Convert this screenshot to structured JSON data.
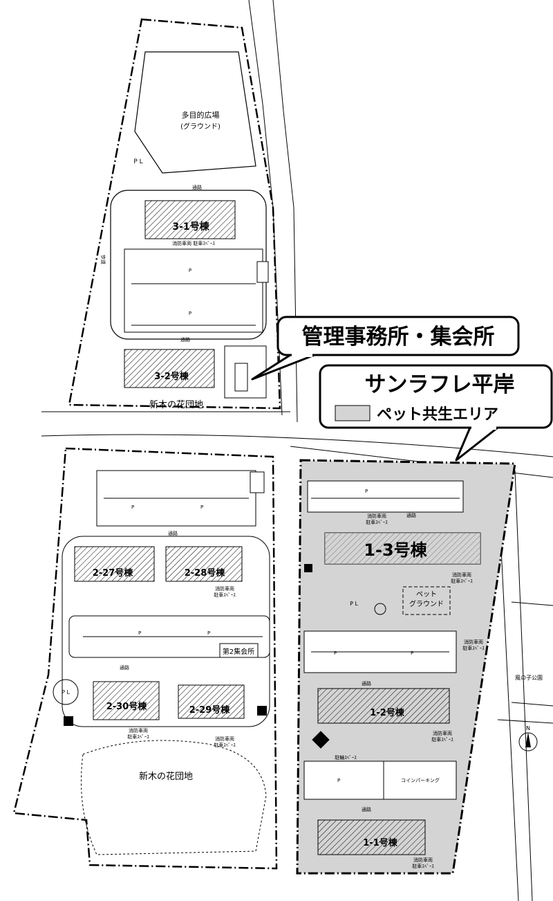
{
  "callouts": {
    "office": "管理事務所・集会所",
    "site_name": "サンラフレ平岸",
    "pet_area": "ペット共生エリア"
  },
  "labels": {
    "plaza": "多目的広場",
    "ground": "(グラウンド)",
    "pl_north": "P L",
    "pl_mid": "P L",
    "pl_south": "P L",
    "road": "通路",
    "fire_parking": "消防車両 駐車ｽﾍﾟｰｽ",
    "fire_vehicle": "消防車両",
    "parking_space": "駐車ｽﾍﾟｰｽ",
    "parking": "P",
    "park_north": "新木の花団地",
    "park_south": "新木の花団地",
    "meeting_hall_2": "第2集会所",
    "pet_ground_1": "ペット",
    "pet_ground_2": "グラウンド",
    "coin_parking": "コインパーキング",
    "bike_parking": "駐輪ｽﾍﾟｰｽ",
    "park_east": "風の子公園",
    "north": "N",
    "sidewalk": "歩道"
  },
  "buildings": {
    "b3_1": "3-1号棟",
    "b3_2": "3-2号棟",
    "b2_27": "2-27号棟",
    "b2_28": "2-28号棟",
    "b2_30": "2-30号棟",
    "b2_29": "2-29号棟",
    "b1_3": "1-3号棟",
    "b1_2": "1-2号棟",
    "b1_1": "1-1号棟"
  },
  "colors": {
    "pet_area_fill": "#d4d4d4",
    "line": "#000000"
  }
}
